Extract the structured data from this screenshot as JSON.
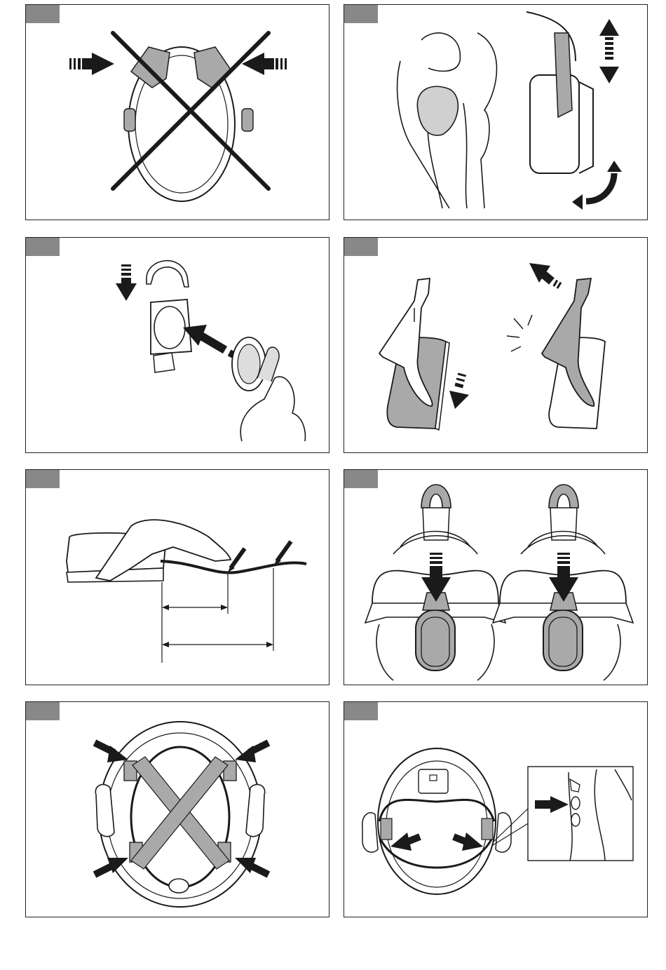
{
  "document": {
    "type": "instruction-illustrations",
    "panel_count": 8,
    "tab_color": "#888888",
    "fill_gray": "#a9a9a9",
    "line_color": "#1a1a1a"
  },
  "panels": [
    {
      "id": 1,
      "depicts": "do-not-squeeze-headband-icon"
    },
    {
      "id": 2,
      "depicts": "adjust-cup-height-icon"
    },
    {
      "id": 3,
      "depicts": "attach-arm-to-cup-icon"
    },
    {
      "id": 4,
      "depicts": "remove-cushion-icon"
    },
    {
      "id": 5,
      "depicts": "measure-cable-icon"
    },
    {
      "id": 6,
      "depicts": "attach-to-helmet-icon"
    },
    {
      "id": 7,
      "depicts": "do-not-mount-inside-icon"
    },
    {
      "id": 8,
      "depicts": "helmet-slot-detail-icon"
    }
  ]
}
